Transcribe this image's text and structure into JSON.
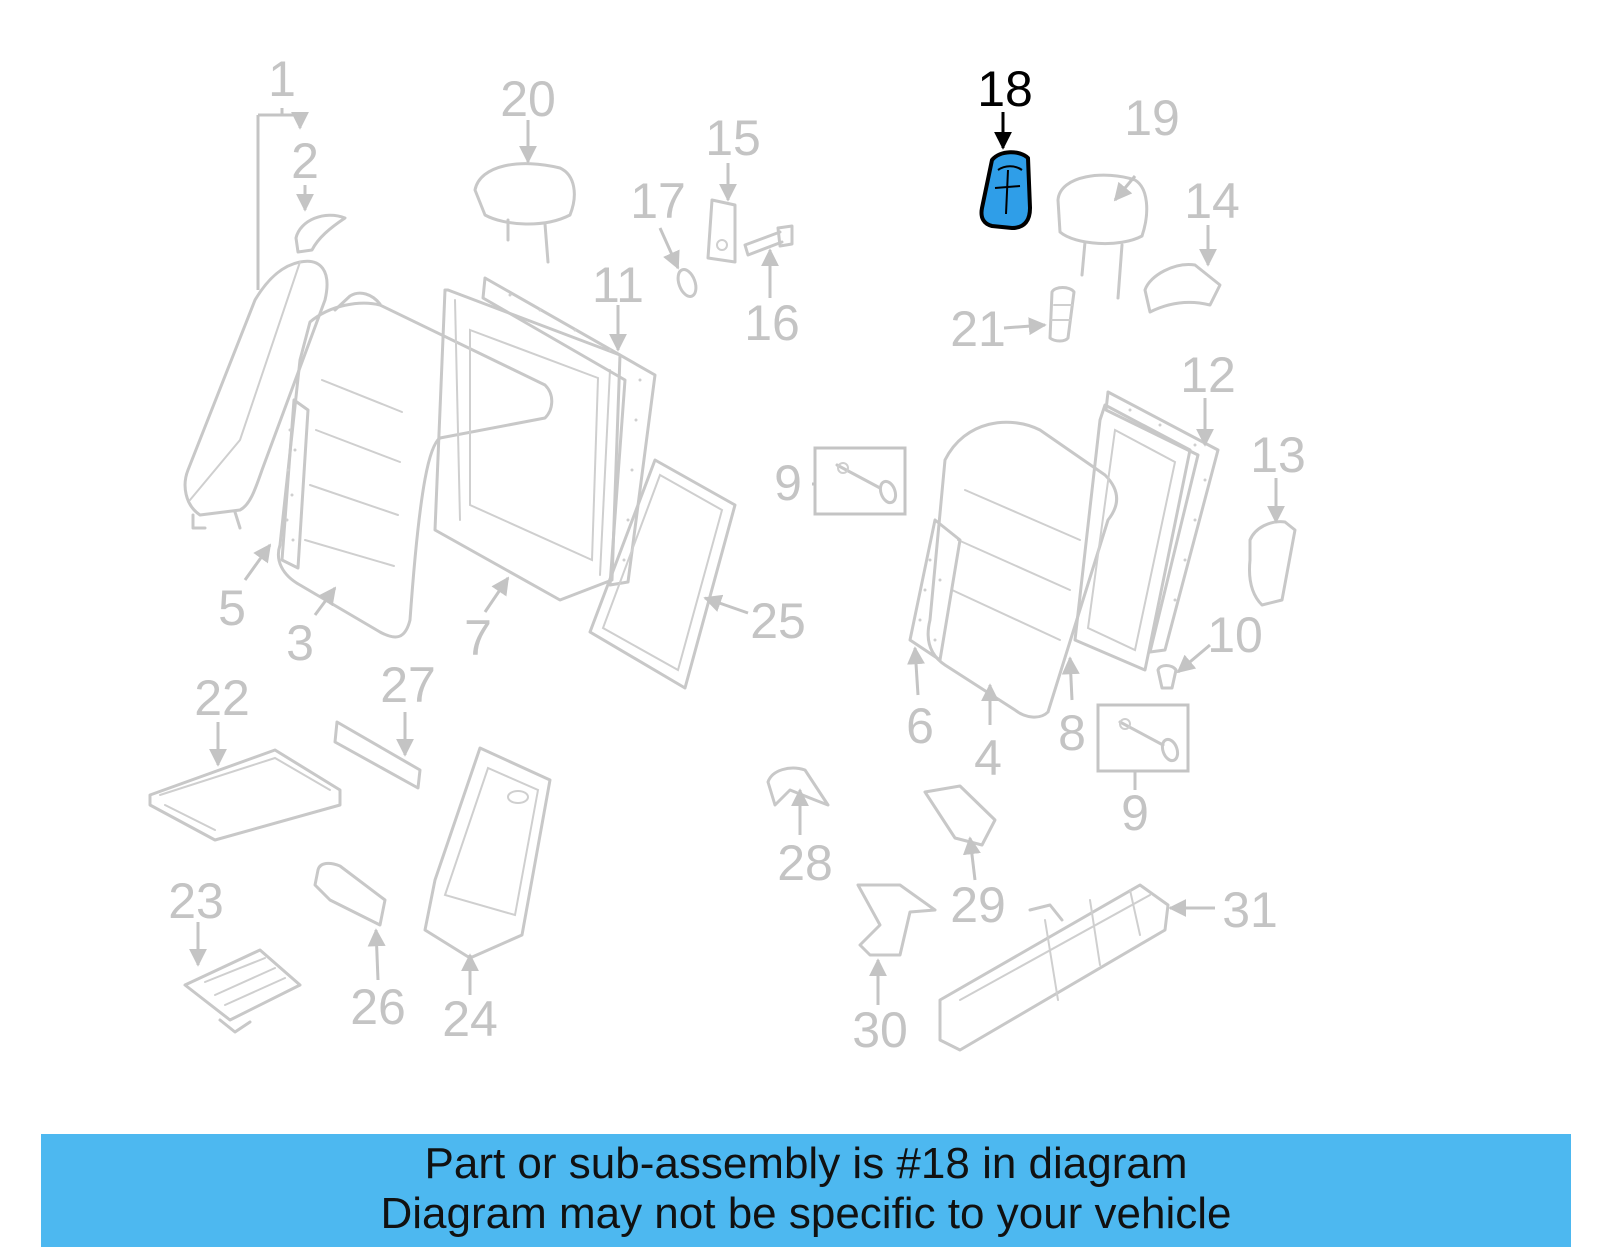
{
  "diagram": {
    "callouts": [
      "1",
      "2",
      "3",
      "4",
      "5",
      "6",
      "7",
      "8",
      "9",
      "9",
      "10",
      "11",
      "12",
      "13",
      "14",
      "15",
      "16",
      "17",
      "18",
      "19",
      "20",
      "21",
      "22",
      "23",
      "24",
      "25",
      "26",
      "27",
      "28",
      "29",
      "30",
      "31"
    ],
    "highlighted_part": "18",
    "colors": {
      "highlight_fill": "#2f9ee8",
      "highlight_stroke": "#000000",
      "line_art": "#c4c4c4",
      "banner": "#4db8f0"
    }
  },
  "banner": {
    "line1": "Part or sub-assembly is #18 in diagram",
    "line2": "Diagram may not be specific to your vehicle"
  }
}
